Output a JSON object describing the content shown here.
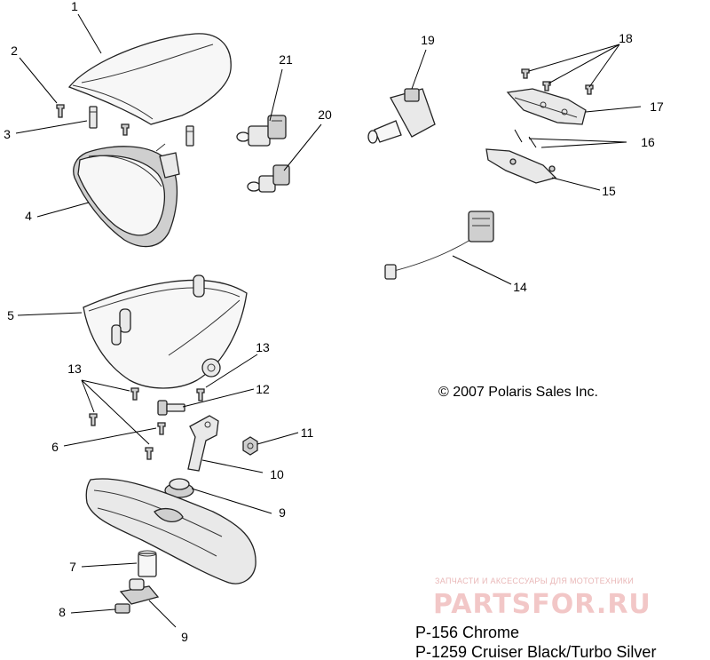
{
  "callouts": {
    "c1": "1",
    "c2": "2",
    "c3": "3",
    "c4": "4",
    "c5": "5",
    "c6": "6",
    "c7": "7",
    "c8": "8",
    "c9a": "9",
    "c9b": "9",
    "c10": "10",
    "c11": "11",
    "c12": "12",
    "c13a": "13",
    "c13b": "13",
    "c14": "14",
    "c15": "15",
    "c16": "16",
    "c17": "17",
    "c18": "18",
    "c19": "19",
    "c20": "20",
    "c21": "21"
  },
  "copyright": "© 2007 Polaris Sales Inc.",
  "watermark": {
    "tagline": "ЗАПЧАСТИ И АКСЕССУАРЫ ДЛЯ МОТОТЕХНИКИ",
    "brand": "PARTSFOR.RU"
  },
  "part_numbers": {
    "line1": "P-156  Chrome",
    "line2": "P-1259 Cruiser Black/Turbo Silver"
  }
}
